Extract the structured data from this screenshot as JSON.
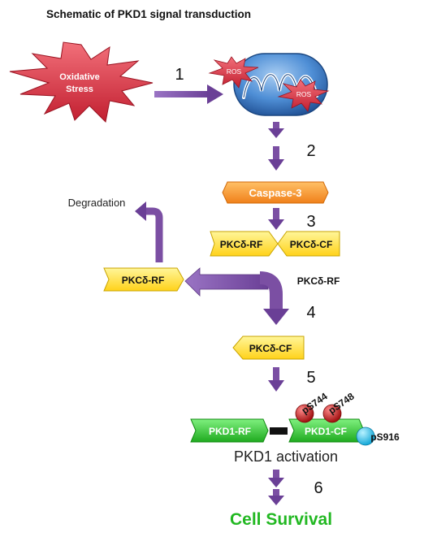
{
  "title": "Schematic of PKD1 signal transduction",
  "labels": {
    "oxidative_stress": [
      "Oxidative",
      "Stress"
    ],
    "ros": "ROS",
    "caspase": "Caspase-3",
    "pkc_rf": "PKCδ-RF",
    "pkc_cf": "PKCδ-CF",
    "degradation": "Degradation",
    "pkd1_rf": "PKD1-RF",
    "pkd1_cf": "PKD1-CF",
    "ps744": "pS744",
    "ps748": "pS748",
    "ps916": "pS916",
    "pkd1_activation": "PKD1 activation",
    "cell_survival": "Cell Survival"
  },
  "steps": [
    "1",
    "2",
    "3",
    "4",
    "5",
    "6"
  ],
  "colors": {
    "arrow": "#7b4fa3",
    "arrow_dark": "#5a3580",
    "star": "#e03a4a",
    "caspase": "#f7931e",
    "pkc": "#ffe033",
    "pkd1": "#33cc33",
    "phospho": "#d02020",
    "ps916": "#2fc6f0",
    "survival": "#22b822",
    "mito": "#3f7ec9"
  }
}
